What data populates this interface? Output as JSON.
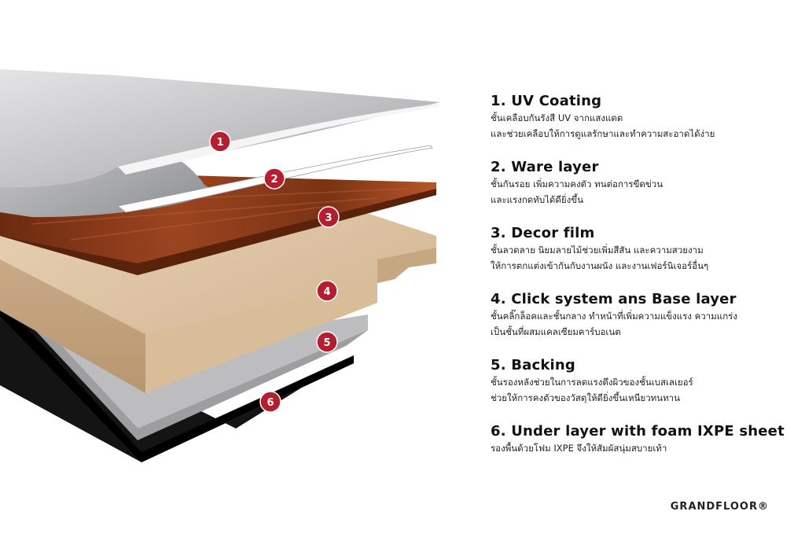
{
  "layers": [
    {
      "number": "1",
      "title": "1. UV Coating",
      "desc": "ชั้นเคลือบกันรังสี UV จากแสงแดด\nและช่วยเคลือบให้การดูแลรักษาและทำความสะอาดได้ง่าย"
    },
    {
      "number": "2",
      "title": "2. Ware layer",
      "desc": "ชั้นกันรอย เพิ่มความคงตัว ทนต่อการขีดข่วน\nและแรงกดทับได้ดียิ่งขึ้น"
    },
    {
      "number": "3",
      "title": "3. Decor film",
      "desc": "ชั้นลวดลาย นิยมลายไม้ช่วยเพิ่มสีสัน และความสวยงาม\nให้การตกแต่งเข้ากันกับงานผนัง และงานเฟอร์นิเจอร์อื่นๆ"
    },
    {
      "number": "4",
      "title": "4. Click system ans Base layer",
      "desc": "ชั้นคลิ๊กล็อคและชั้นกลาง ทำหน้าที่เพิ่มความแข็งแรง ความแกร่ง\nเป็นชั้นที่ผสมแคลเซียมคาร์บอเนต"
    },
    {
      "number": "5",
      "title": "5. Backing",
      "desc": "ชั้นรองหลังช่วยในการลดแรงตึงผิวของชั้นเบสเลเยอร์\nช่วยให้การคงตัวของวัสดุให้ดียิ่งขึ้นเหนียวทนทาน"
    },
    {
      "number": "6",
      "title": "6. Under layer with foam IXPE sheet",
      "desc": "รองพื้นด้วยโฟม IXPE จึงให้สัมผัสนุ่มสบายเท้า"
    }
  ],
  "brand": "GRANDFLOOR®",
  "colors": {
    "badge": "#b41e2e",
    "uv_layer": "#c9c9cb",
    "wood": "#8a3a1a",
    "base": "#d8bd9c",
    "backing": "#bfbfc0",
    "foam": "#111111"
  }
}
